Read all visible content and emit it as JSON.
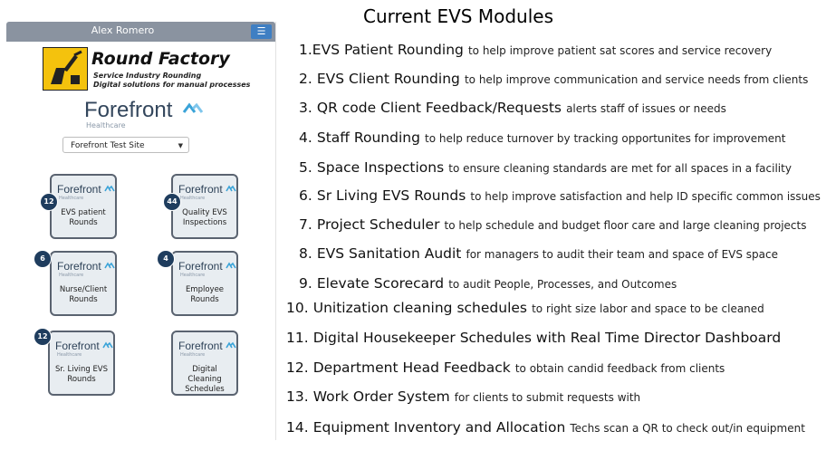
{
  "phone": {
    "user_name": "Alex Romero",
    "menu_icon": "hamburger-icon",
    "round_factory": {
      "title": "Round Factory",
      "subtitle1": "Service Industry Rounding",
      "subtitle2": "Digital solutions for manual processes"
    },
    "forefront": {
      "word": "Forefront",
      "sub": "Healthcare"
    },
    "site_select": {
      "value": "Forefront Test Site"
    },
    "cards": [
      {
        "logo": "Forefront",
        "logo_sub": "Healthcare",
        "label1": "EVS patient",
        "label2": "Rounds",
        "badge": "12"
      },
      {
        "logo": "Forefront",
        "logo_sub": "Healthcare",
        "label1": "Quality EVS",
        "label2": "Inspections",
        "badge": "44"
      },
      {
        "logo": "Forefront",
        "logo_sub": "Healthcare",
        "label1": "Nurse/Client",
        "label2": "Rounds",
        "badge": "6"
      },
      {
        "logo": "Forefront",
        "logo_sub": "Healthcare",
        "label1": "Employee",
        "label2": "Rounds",
        "badge": "4"
      },
      {
        "logo": "Forefront",
        "logo_sub": "Healthcare",
        "label1": "Sr. Living EVS",
        "label2": "Rounds",
        "badge": "12"
      },
      {
        "logo": "Forefront",
        "logo_sub": "Healthcare",
        "label1": "Digital Cleaning",
        "label2": "Schedules",
        "badge": ""
      }
    ]
  },
  "heading": "Current EVS Modules",
  "modules": [
    {
      "num": "1.",
      "name": "EVS Patient Rounding",
      "desc": "to help improve patient sat scores and service recovery"
    },
    {
      "num": "2.",
      "name": "EVS Client Rounding",
      "desc": "to help improve communication and service needs from clients"
    },
    {
      "num": "3.",
      "name": "QR code Client Feedback/Requests",
      "desc": "alerts staff of issues or needs"
    },
    {
      "num": "4.",
      "name": "Staff Rounding",
      "desc": "to help reduce turnover by tracking opportunites for improvement"
    },
    {
      "num": "5.",
      "name": "Space Inspections",
      "desc": "to ensure cleaning standards are met for all spaces in a facility"
    },
    {
      "num": "6.",
      "name": "Sr Living EVS Rounds",
      "desc": "to help improve satisfaction and help ID specific common issues"
    },
    {
      "num": "7.",
      "name": "Project Scheduler",
      "desc": "to help schedule and budget floor care and large cleaning projects"
    },
    {
      "num": "8.",
      "name": "EVS Sanitation Audit",
      "desc": "for managers to audit their team and space of EVS space"
    },
    {
      "num": "9.",
      "name": "Elevate Scorecard",
      "desc": "to audit People, Processes, and Outcomes"
    },
    {
      "num": "10.",
      "name": "Unitization cleaning schedules",
      "desc": "to right size labor and space to be cleaned"
    },
    {
      "num": "11.",
      "name": "Digital Housekeeper Schedules with Real Time Director Dashboard",
      "desc": ""
    },
    {
      "num": "12.",
      "name": "Department Head Feedback",
      "desc": "to obtain candid feedback from clients"
    },
    {
      "num": "13.",
      "name": "Work Order System",
      "desc": "for clients to submit requests with"
    },
    {
      "num": "14.",
      "name": "Equipment Inventory and Allocation",
      "desc": "Techs scan a QR to check out/in equipment"
    }
  ]
}
